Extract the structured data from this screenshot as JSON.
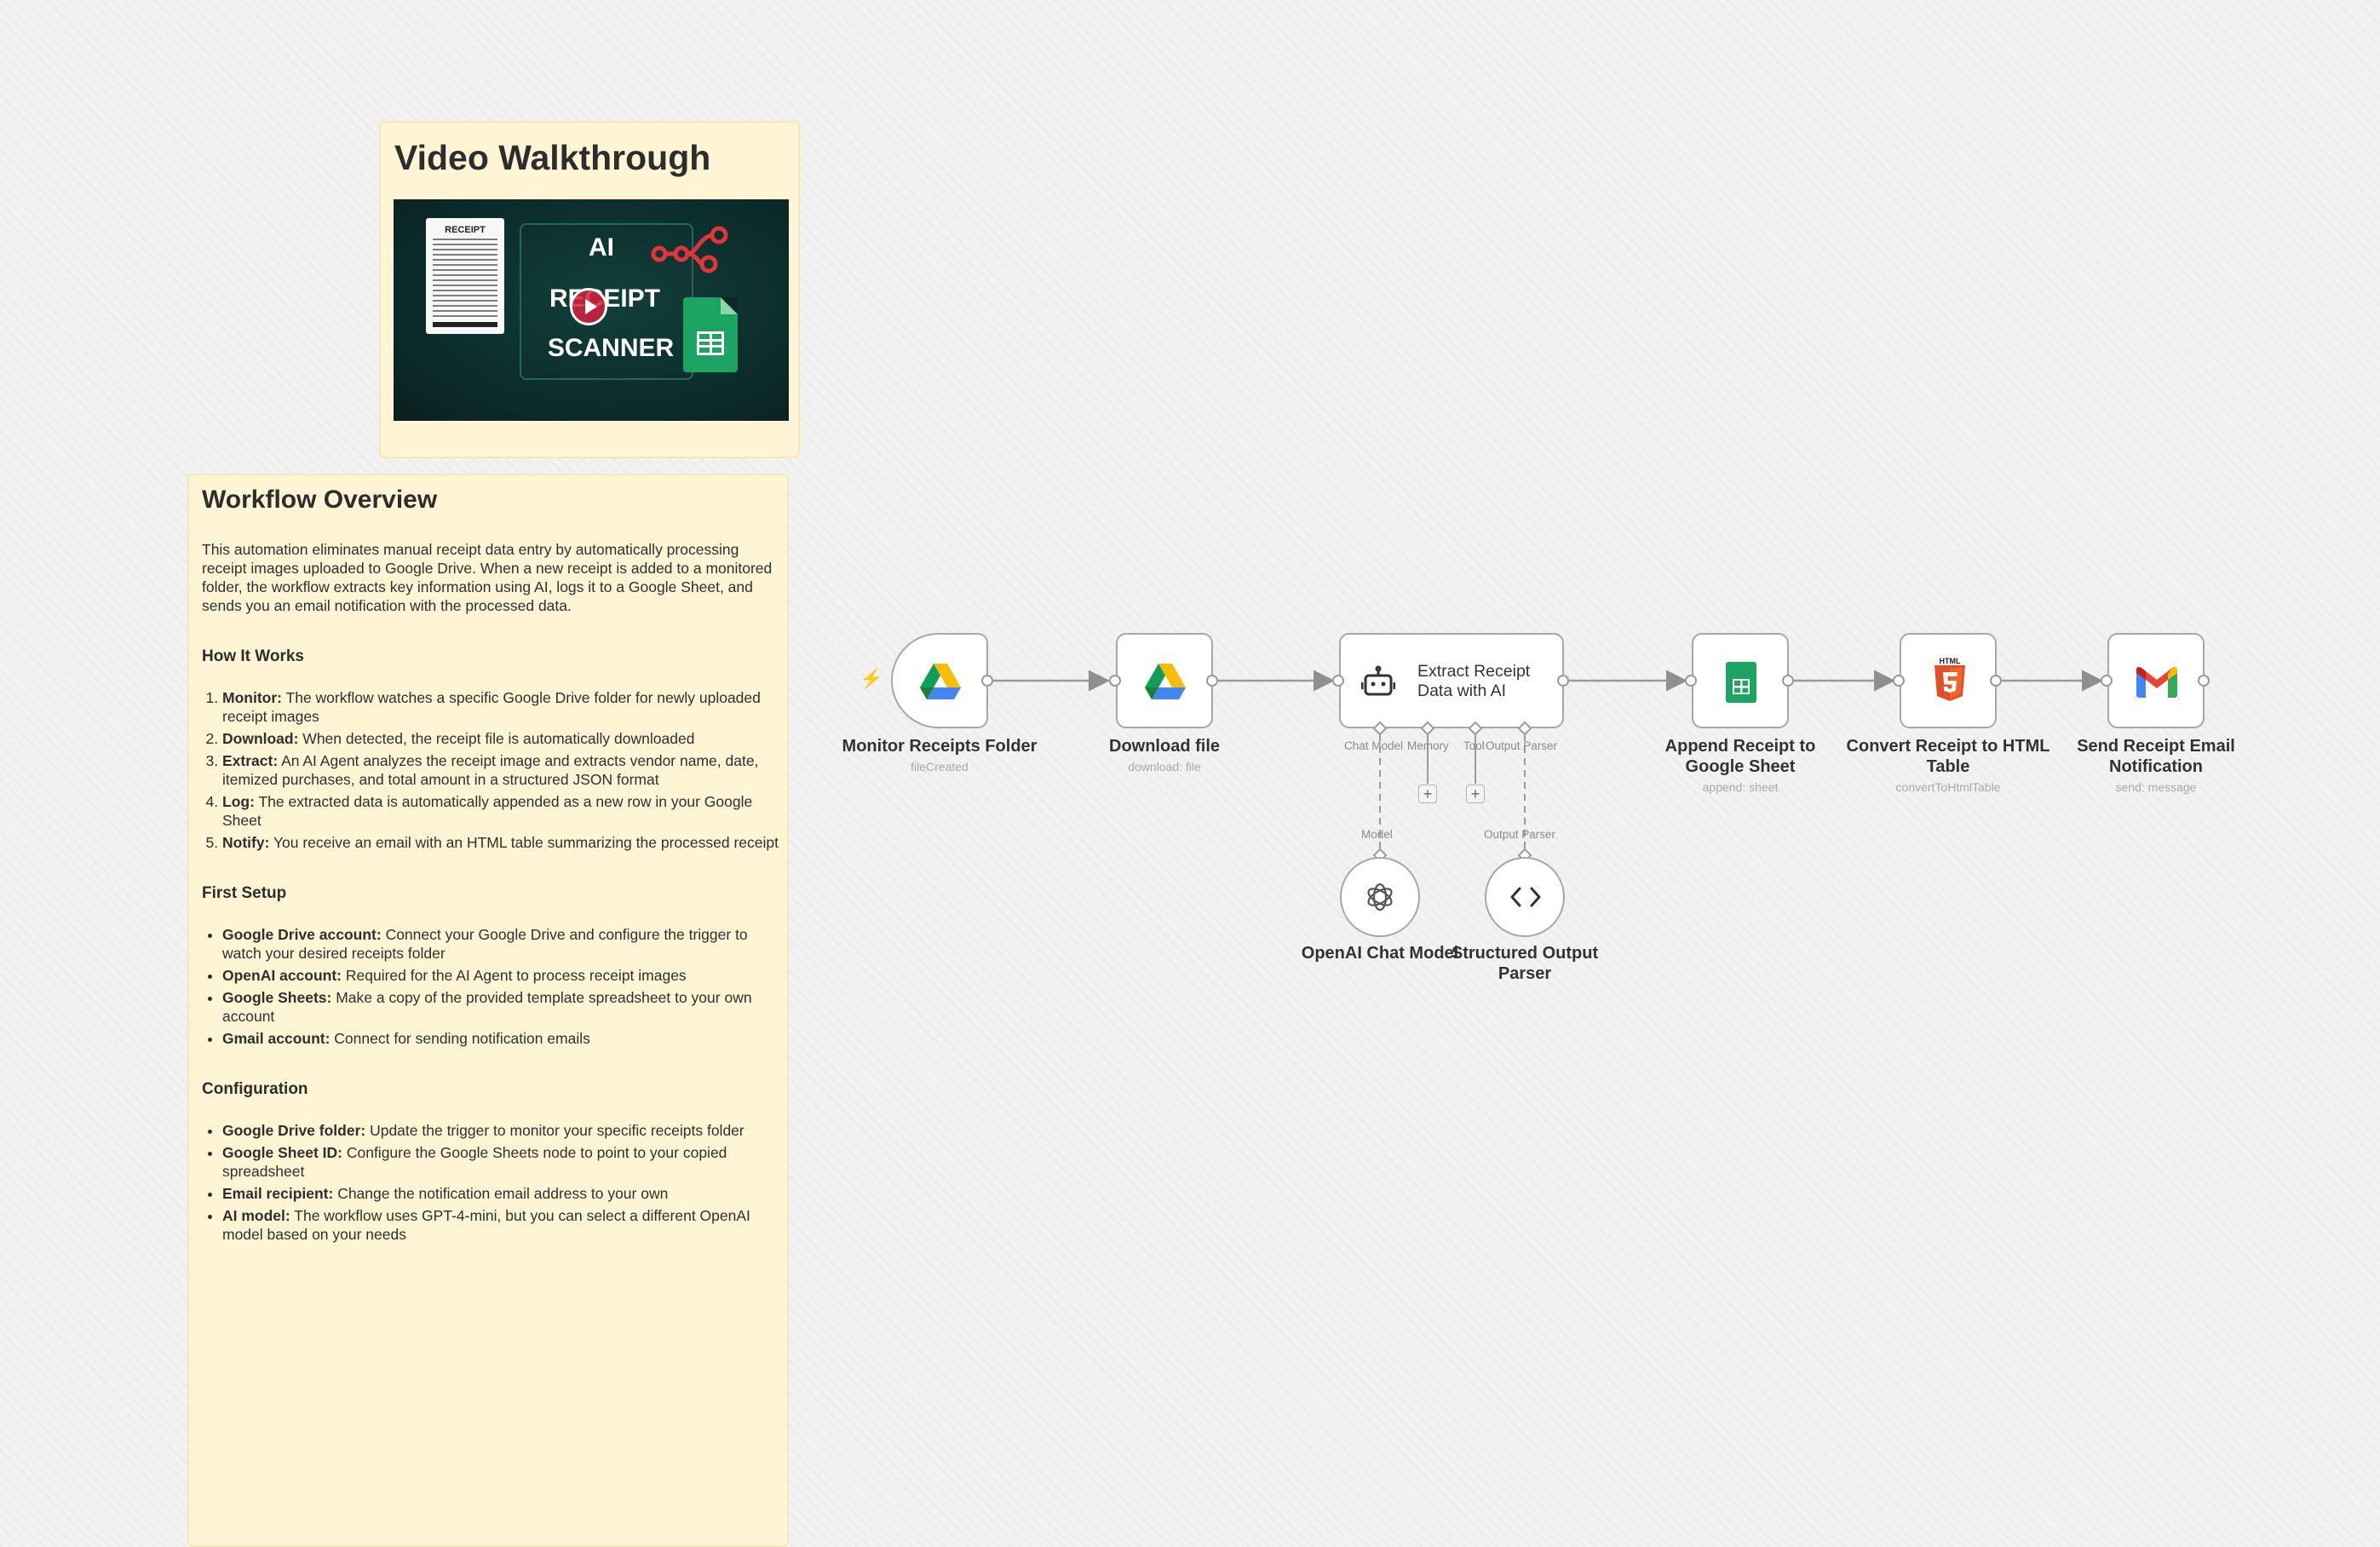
{
  "video_note": {
    "title": "Video Walkthrough",
    "thumbnail": {
      "receipt_label": "RECEIPT",
      "title_line1": "AI",
      "title_line2": "RECEIPT",
      "title_line3": "SCANNER",
      "icons": [
        "receipt-paper-icon",
        "workflow-flow-icon",
        "google-sheets-icon",
        "play-icon"
      ]
    }
  },
  "overview_note": {
    "title": "Workflow Overview",
    "intro": "This automation eliminates manual receipt data entry by automatically processing receipt images uploaded to Google Drive. When a new receipt is added to a monitored folder, the workflow extracts key information using AI, logs it to a Google Sheet, and sends you an email notification with the processed data.",
    "how_heading": "How It Works",
    "how_items": [
      {
        "term": "Monitor:",
        "text": " The workflow watches a specific Google Drive folder for newly uploaded receipt images"
      },
      {
        "term": "Download:",
        "text": " When detected, the receipt file is automatically downloaded"
      },
      {
        "term": "Extract:",
        "text": " An AI Agent analyzes the receipt image and extracts vendor name, date, itemized purchases, and total amount in a structured JSON format"
      },
      {
        "term": "Log:",
        "text": " The extracted data is automatically appended as a new row in your Google Sheet"
      },
      {
        "term": "Notify:",
        "text": " You receive an email with an HTML table summarizing the processed receipt"
      }
    ],
    "setup_heading": "First Setup",
    "setup_items": [
      {
        "term": "Google Drive account:",
        "text": " Connect your Google Drive and configure the trigger to watch your desired receipts folder"
      },
      {
        "term": "OpenAI account:",
        "text": " Required for the AI Agent to process receipt images"
      },
      {
        "term": "Google Sheets:",
        "text": " Make a copy of the provided template spreadsheet to your own account"
      },
      {
        "term": "Gmail account:",
        "text": " Connect for sending notification emails"
      }
    ],
    "config_heading": "Configuration",
    "config_items": [
      {
        "term": "Google Drive folder:",
        "text": " Update the trigger to monitor your specific receipts folder"
      },
      {
        "term": "Google Sheet ID:",
        "text": " Configure the Google Sheets node to point to your copied spreadsheet"
      },
      {
        "term": "Email recipient:",
        "text": " Change the notification email address to your own"
      },
      {
        "term": "AI model:",
        "text": " The workflow uses GPT-4-mini, but you can select a different OpenAI model based on your needs"
      }
    ]
  },
  "nodes": {
    "monitor": {
      "label": "Monitor Receipts Folder",
      "sub": "fileCreated",
      "icon": "google-drive-icon"
    },
    "download": {
      "label": "Download file",
      "sub": "download: file",
      "icon": "google-drive-icon"
    },
    "agent": {
      "label_line1": "Extract Receipt",
      "label_line2": "Data with AI",
      "icon": "robot-icon",
      "ports": {
        "chat_model": "Chat Model",
        "memory": "Memory",
        "tool": "Tool",
        "output_parser": "Output Parser"
      }
    },
    "sheets": {
      "label_line1": "Append Receipt to",
      "label_line2": "Google Sheet",
      "sub": "append: sheet",
      "icon": "google-sheets-icon"
    },
    "html": {
      "label_line1": "Convert Receipt to HTML",
      "label_line2": "Table",
      "sub": "convertToHtmlTable",
      "icon": "html5-icon",
      "icon_text": "HTML"
    },
    "gmail": {
      "label_line1": "Send Receipt Email",
      "label_line2": "Notification",
      "sub": "send: message",
      "icon": "gmail-icon"
    },
    "openai": {
      "label": "OpenAI Chat Model",
      "port": "Model",
      "icon": "openai-icon"
    },
    "parser": {
      "label_line1": "Structured Output",
      "label_line2": "Parser",
      "port": "Output Parser",
      "icon": "code-brackets-icon"
    }
  },
  "colors": {
    "sticky_bg": "#fff4d4",
    "canvas_bg": "#f2f2f2",
    "node_border": "#a7a7a7",
    "trigger_bolt": "#ef5a5a"
  }
}
